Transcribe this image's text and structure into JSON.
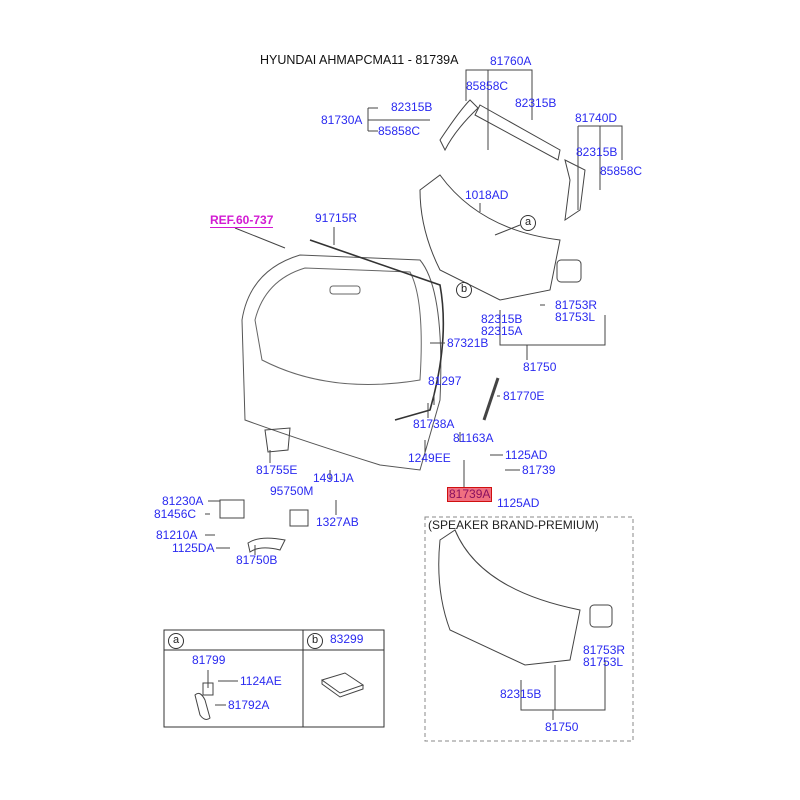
{
  "title": "HYUNDAI AHMAPCMA11 - 81739A",
  "ref_link": "REF.60-737",
  "speaker_group_label": "(SPEAKER BRAND-PREMIUM)",
  "callouts": {
    "a": "a",
    "b": "b"
  },
  "labels": {
    "p81760A": "81760A",
    "p85858C_top": "85858C",
    "p82315B_top": "82315B",
    "p82315B_left": "82315B",
    "p81730A": "81730A",
    "p85858C_left": "85858C",
    "p81740D": "81740D",
    "p82315B_right": "82315B",
    "p85858C_right": "85858C",
    "p1018AD": "1018AD",
    "p91715R": "91715R",
    "p81753R": "81753R",
    "p81753L": "81753L",
    "p82315B_mid": "82315B",
    "p82315A": "82315A",
    "p87321B": "87321B",
    "p81750": "81750",
    "p81297": "81297",
    "p81770E": "81770E",
    "p81738A": "81738A",
    "p81163A": "81163A",
    "p1249EE": "1249EE",
    "p1125AD_1": "1125AD",
    "p81755E": "81755E",
    "p1491JA": "1491JA",
    "p81739": "81739",
    "p81739A": "81739A",
    "p1125AD_2": "1125AD",
    "p95750M": "95750M",
    "p81230A": "81230A",
    "p81456C": "81456C",
    "p1327AB": "1327AB",
    "p81210A": "81210A",
    "p1125DA": "1125DA",
    "p81750B": "81750B",
    "p81799": "81799",
    "p1124AE": "1124AE",
    "p81792A": "81792A",
    "p83299": "83299",
    "p81753R_sp": "81753R",
    "p81753L_sp": "81753L",
    "p82315B_sp": "82315B",
    "p81750_sp": "81750"
  }
}
